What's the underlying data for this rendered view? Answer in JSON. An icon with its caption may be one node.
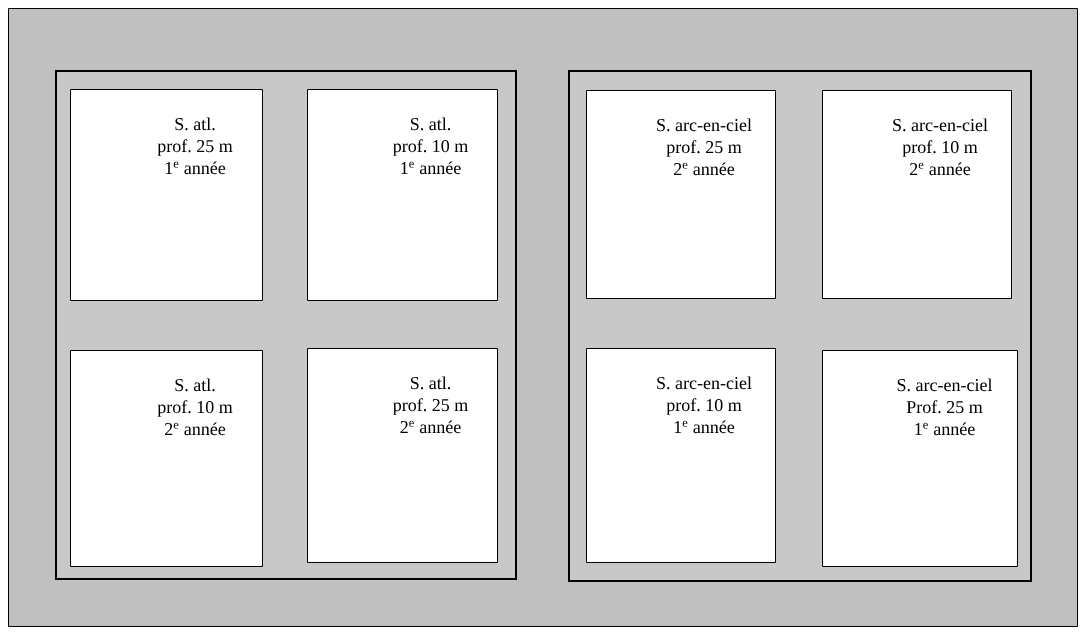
{
  "diagram": {
    "nodes": [
      {
        "text": [],
        "shape": "box"
      },
      {
        "text": [],
        "shape": "box",
        "in": 0
      },
      {
        "text": [
          "S. atl. prof. 25 m 1$^{e}$ année"
        ],
        "in": 1
      },
      {
        "text": [
          "S. atl. prof. 10 m 1$^{e}$ année"
        ],
        "in": 1
      },
      {
        "text": [
          "S. atl. prof. 10 m 2$^{e}$ année"
        ],
        "in": 1
      },
      {
        "text": [
          "S. atl. prof. 25 m 2$^{e}$ année"
        ],
        "in": 1
      },
      {
        "text": [],
        "shape": "box",
        "in": 0
      },
      {
        "text": [
          "S. arc-en-ciel prof. 25 m 2$^{e}$ année"
        ],
        "in": 6
      },
      {
        "text": [
          "S. arc-en-ciel prof. 10 m 2$^{e}$ année"
        ],
        "in": 6
      },
      {
        "text": [
          "S. arc-en-ciel prof. 10 m 1$^{e}$ année"
        ],
        "in": 6
      },
      {
        "text": [
          "S. arc-en-ciel Prof. 25 m 1$^{e}$ année"
        ],
        "in": 6
      }
    ]
  }
}
